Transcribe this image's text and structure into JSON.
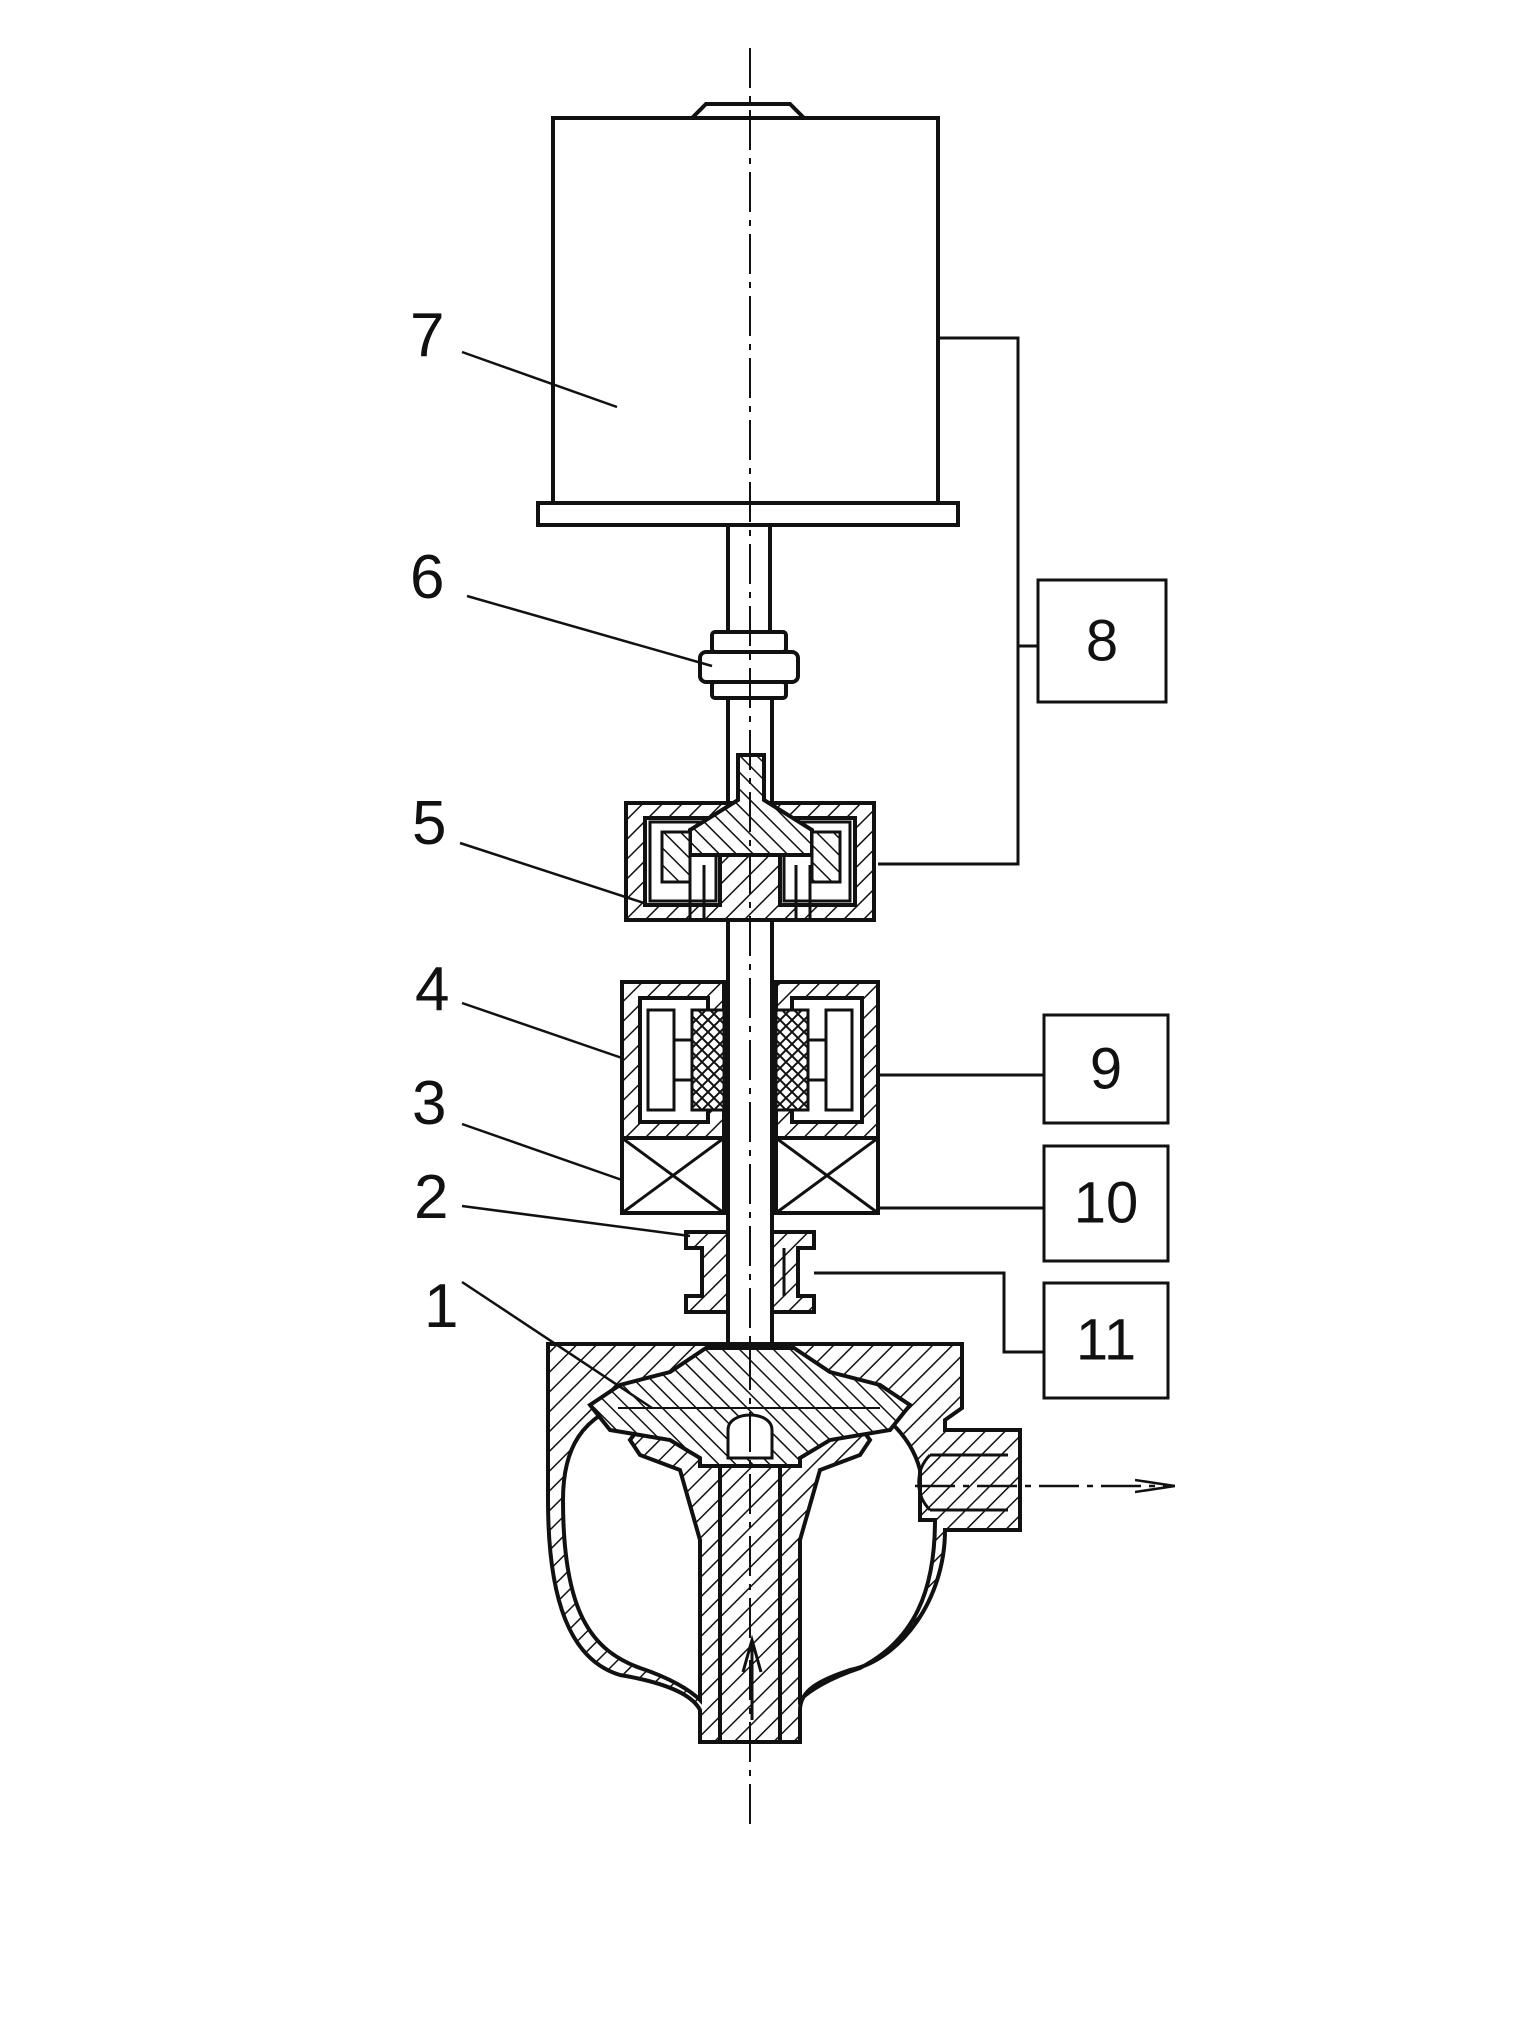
{
  "diagram": {
    "part_labels": {
      "p1": "1",
      "p2": "2",
      "p3": "3",
      "p4": "4",
      "p5": "5",
      "p6": "6",
      "p7": "7"
    },
    "block_labels": {
      "b8": "8",
      "b9": "9",
      "b10": "10",
      "b11": "11"
    },
    "line_color": "#111111",
    "background": "#ffffff"
  }
}
